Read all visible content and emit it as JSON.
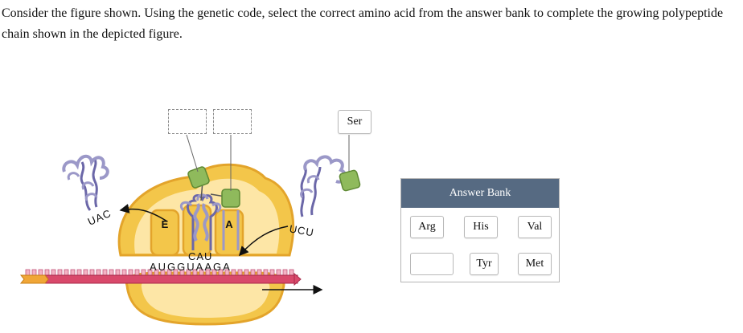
{
  "question": "Consider the figure shown. Using the genetic code, select the correct amino acid from the answer bank to complete the growing polypeptide chain shown in the depicted figure.",
  "figure": {
    "trna_exit_anticodon": "UAC",
    "trna_incoming_anticodon": "UCU",
    "trna_incoming_amino_acid": "Ser",
    "site_e_label": "E",
    "site_a_label": "A",
    "p_site_anticodon": "CAU",
    "mrna_sequence": "AUGGUAAGA"
  },
  "answer_bank": {
    "title": "Answer Bank",
    "options": [
      "Arg",
      "His",
      "Val",
      "Tyr",
      "Met"
    ]
  },
  "colors": {
    "ribosome_outer": "#f3c64a",
    "ribosome_inner": "#fde6a6",
    "ribosome_stroke": "#e3a42b",
    "mrna": "#d9496b",
    "trna": "#9b98c8",
    "amino_acid": "#8fba5c",
    "bank_header": "#566a82"
  }
}
